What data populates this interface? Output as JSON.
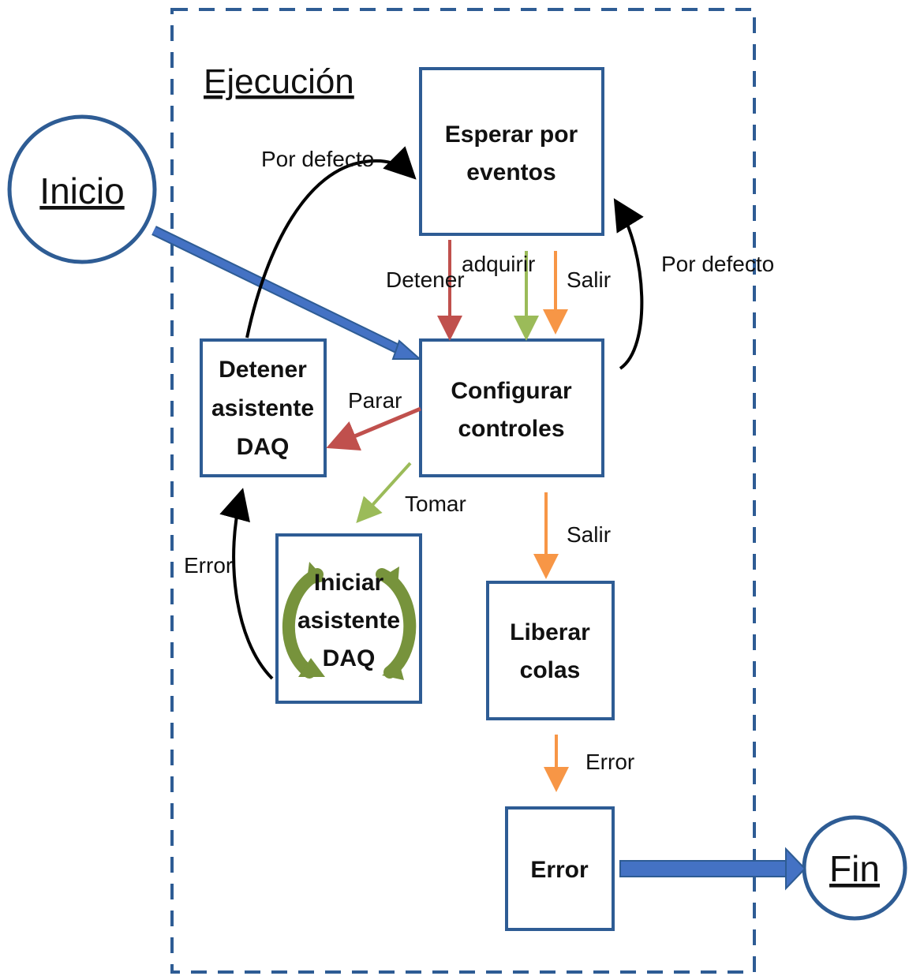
{
  "title": "Ejecución",
  "colors": {
    "box_border": "#2e5c94",
    "frame": "#2e5c94",
    "thick_arrow": "#4472c4",
    "red": "#c0504d",
    "green": "#9bbb59",
    "orange": "#f79646",
    "black": "#000000",
    "cycle_icon": "#77933c"
  },
  "terminals": {
    "start": "Inicio",
    "end": "Fin"
  },
  "nodes": {
    "wait": [
      "Esperar por",
      "eventos"
    ],
    "configure": [
      "Configurar",
      "controles"
    ],
    "stop_daq": [
      "Detener",
      "asistente",
      "DAQ"
    ],
    "start_daq": [
      "Iniciar",
      "asistente",
      "DAQ"
    ],
    "release": [
      "Liberar",
      "colas"
    ],
    "error": [
      "Error"
    ]
  },
  "edges": {
    "default_left": "Por defecto",
    "default_right": "Por defecto",
    "detener": "Detener",
    "adquirir": "adquirir",
    "salir_top": "Salir",
    "parar": "Parar",
    "tomar": "Tomar",
    "salir_mid": "Salir",
    "error_left": "Error",
    "error_bottom": "Error"
  },
  "icons": {
    "start_daq": "cycle-arrows-icon"
  }
}
